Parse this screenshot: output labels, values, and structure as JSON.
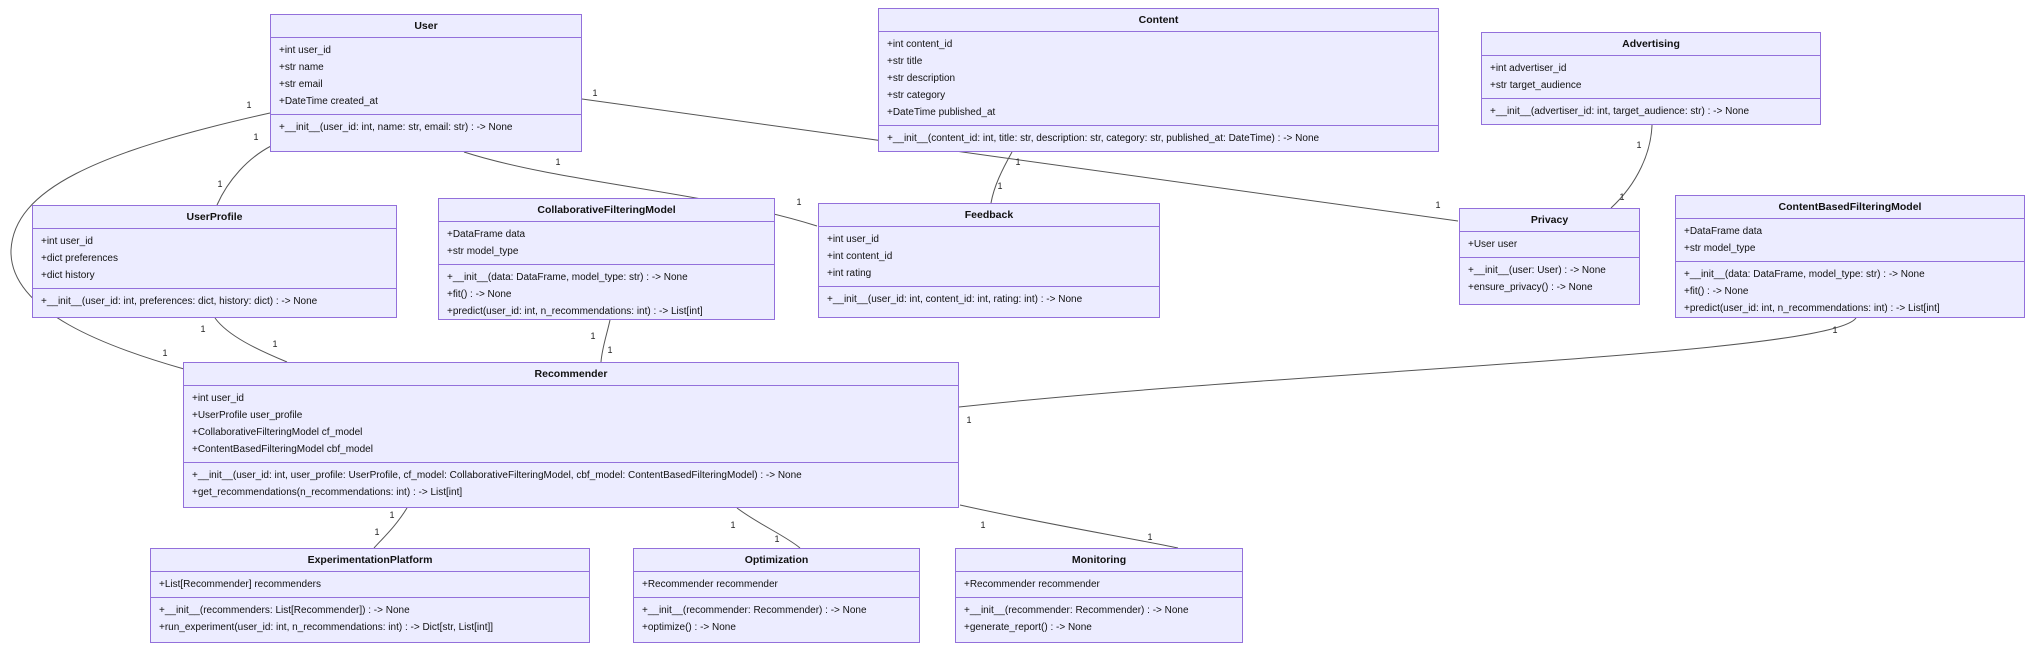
{
  "diagram": {
    "type": "uml-class-diagram",
    "node_fill": "#ECECFF",
    "node_border": "#9370DB",
    "edge_color": "#555555"
  },
  "classes": [
    {
      "name": "User",
      "attributes": [
        "+int user_id",
        "+str name",
        "+str email",
        "+DateTime created_at"
      ],
      "methods": [
        "+__init__(user_id: int, name: str, email: str) : -> None"
      ]
    },
    {
      "name": "Content",
      "attributes": [
        "+int content_id",
        "+str title",
        "+str description",
        "+str category",
        "+DateTime published_at"
      ],
      "methods": [
        "+__init__(content_id: int, title: str, description: str, category: str, published_at: DateTime) : -> None"
      ]
    },
    {
      "name": "Advertising",
      "attributes": [
        "+int advertiser_id",
        "+str target_audience"
      ],
      "methods": [
        "+__init__(advertiser_id: int, target_audience: str) : -> None"
      ]
    },
    {
      "name": "UserProfile",
      "attributes": [
        "+int user_id",
        "+dict preferences",
        "+dict history"
      ],
      "methods": [
        "+__init__(user_id: int, preferences: dict, history: dict) : -> None"
      ]
    },
    {
      "name": "CollaborativeFilteringModel",
      "attributes": [
        "+DataFrame data",
        "+str model_type"
      ],
      "methods": [
        "+__init__(data: DataFrame, model_type: str) : -> None",
        "+fit() : -> None",
        "+predict(user_id: int, n_recommendations: int) : -> List[int]"
      ]
    },
    {
      "name": "Feedback",
      "attributes": [
        "+int user_id",
        "+int content_id",
        "+int rating"
      ],
      "methods": [
        "+__init__(user_id: int, content_id: int, rating: int) : -> None"
      ]
    },
    {
      "name": "Privacy",
      "attributes": [
        "+User user"
      ],
      "methods": [
        "+__init__(user: User) : -> None",
        "+ensure_privacy() : -> None"
      ]
    },
    {
      "name": "ContentBasedFilteringModel",
      "attributes": [
        "+DataFrame data",
        "+str model_type"
      ],
      "methods": [
        "+__init__(data: DataFrame, model_type: str) : -> None",
        "+fit() : -> None",
        "+predict(user_id: int, n_recommendations: int) : -> List[int]"
      ]
    },
    {
      "name": "Recommender",
      "attributes": [
        "+int user_id",
        "+UserProfile user_profile",
        "+CollaborativeFilteringModel cf_model",
        "+ContentBasedFilteringModel cbf_model"
      ],
      "methods": [
        "+__init__(user_id: int, user_profile: UserProfile, cf_model: CollaborativeFilteringModel, cbf_model: ContentBasedFilteringModel) : -> None",
        "+get_recommendations(n_recommendations: int) : -> List[int]"
      ]
    },
    {
      "name": "ExperimentationPlatform",
      "attributes": [
        "+List[Recommender] recommenders"
      ],
      "methods": [
        "+__init__(recommenders: List[Recommender]) : -> None",
        "+run_experiment(user_id: int, n_recommendations: int) : -> Dict[str, List[int]]"
      ]
    },
    {
      "name": "Optimization",
      "attributes": [
        "+Recommender recommender"
      ],
      "methods": [
        "+__init__(recommender: Recommender) : -> None",
        "+optimize() : -> None"
      ]
    },
    {
      "name": "Monitoring",
      "attributes": [
        "+Recommender recommender"
      ],
      "methods": [
        "+__init__(recommender: Recommender) : -> None",
        "+generate_report() : -> None"
      ]
    }
  ],
  "edges": [
    {
      "from": "User",
      "to": "UserProfile",
      "m1": "1",
      "m2": "1"
    },
    {
      "from": "User",
      "to": "Recommender",
      "m1": "1",
      "m2": "1"
    },
    {
      "from": "User",
      "to": "Feedback",
      "m1": "1",
      "m2": "1"
    },
    {
      "from": "User",
      "to": "Privacy",
      "m1": "1",
      "m2": "1"
    },
    {
      "from": "Content",
      "to": "Feedback",
      "m1": "1",
      "m2": "1"
    },
    {
      "from": "Advertising",
      "to": "Privacy",
      "m1": "1",
      "m2": "1"
    },
    {
      "from": "UserProfile",
      "to": "Recommender",
      "m1": "1",
      "m2": "1"
    },
    {
      "from": "CollaborativeFilteringModel",
      "to": "Recommender",
      "m1": "1",
      "m2": "1"
    },
    {
      "from": "Recommender",
      "to": "ContentBasedFilteringModel",
      "m1": "1",
      "m2": "1"
    },
    {
      "from": "Recommender",
      "to": "ExperimentationPlatform",
      "m1": "1",
      "m2": "1"
    },
    {
      "from": "Recommender",
      "to": "Optimization",
      "m1": "1",
      "m2": "1"
    },
    {
      "from": "Recommender",
      "to": "Monitoring",
      "m1": "1",
      "m2": "1"
    }
  ]
}
